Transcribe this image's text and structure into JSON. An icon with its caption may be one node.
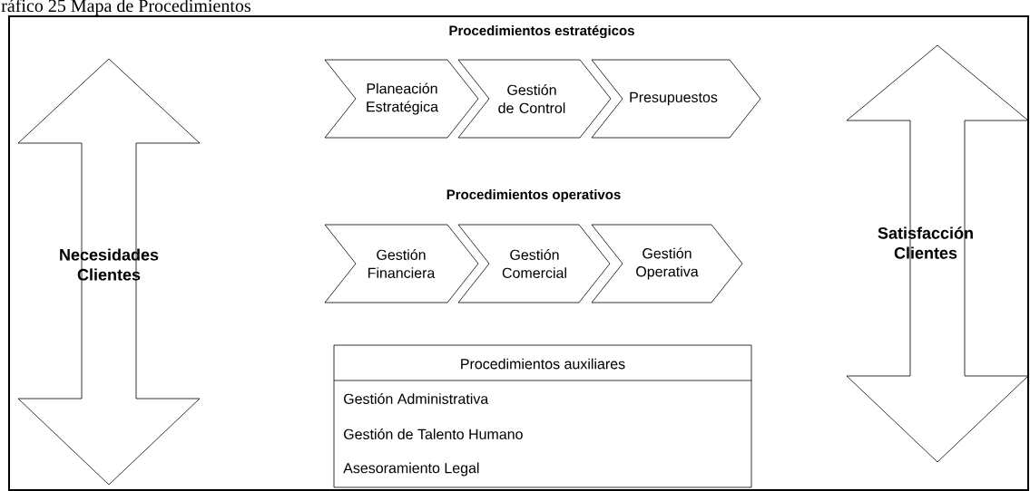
{
  "diagram": {
    "title": "ráfico 25 Mapa de Procedimientos",
    "nodes": [
      {
        "text": [
          "Necesidades Clientes"
        ]
      },
      {
        "text": [
          "Planeación Estratégica"
        ]
      },
      {
        "text": [
          "Gestión de Control"
        ]
      },
      {
        "text": [
          "Presupuestos"
        ]
      },
      {
        "text": [
          "Gestión Financiera"
        ]
      },
      {
        "text": [
          "Gestión Comercial"
        ]
      },
      {
        "text": [
          "Gestión Operativa"
        ]
      },
      {
        "text": [
          "Procedimientos auxiliares",
          "Gestión Administrativa",
          "Gestión de Talento Humano",
          "Asesoramiento Legal"
        ]
      },
      {
        "text": [
          "Satisfacción Clientes"
        ]
      }
    ],
    "labels": [
      "Procedimientos estratégicos",
      "Procedimientos operativos"
    ]
  }
}
